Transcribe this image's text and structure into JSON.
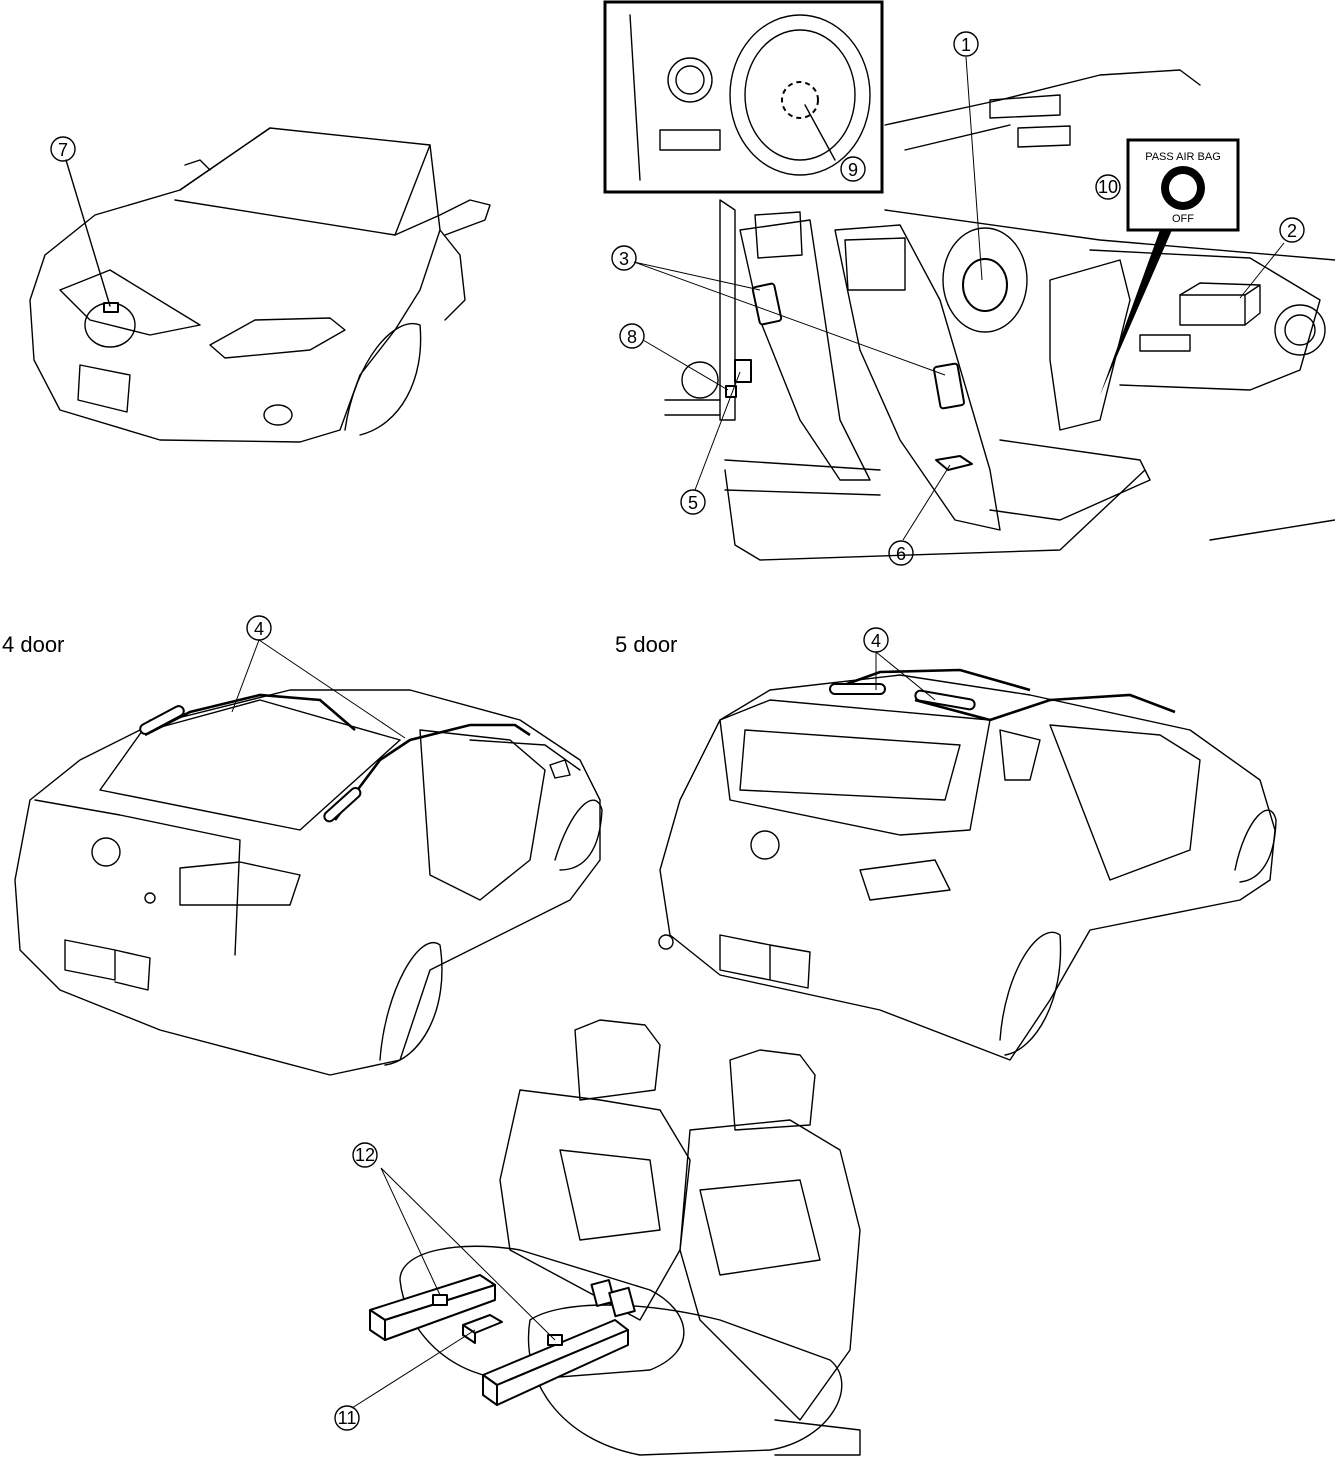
{
  "labels": {
    "four_door": "4 door",
    "five_door": "5 door"
  },
  "callouts": {
    "c1": "1",
    "c2": "2",
    "c3": "3",
    "c4a": "4",
    "c4b": "4",
    "c5": "5",
    "c6": "6",
    "c7": "7",
    "c8": "8",
    "c9": "9",
    "c10": "10",
    "c11": "11",
    "c12": "12"
  },
  "indicator": {
    "line1": "PASS AIR BAG",
    "line2": "OFF"
  }
}
